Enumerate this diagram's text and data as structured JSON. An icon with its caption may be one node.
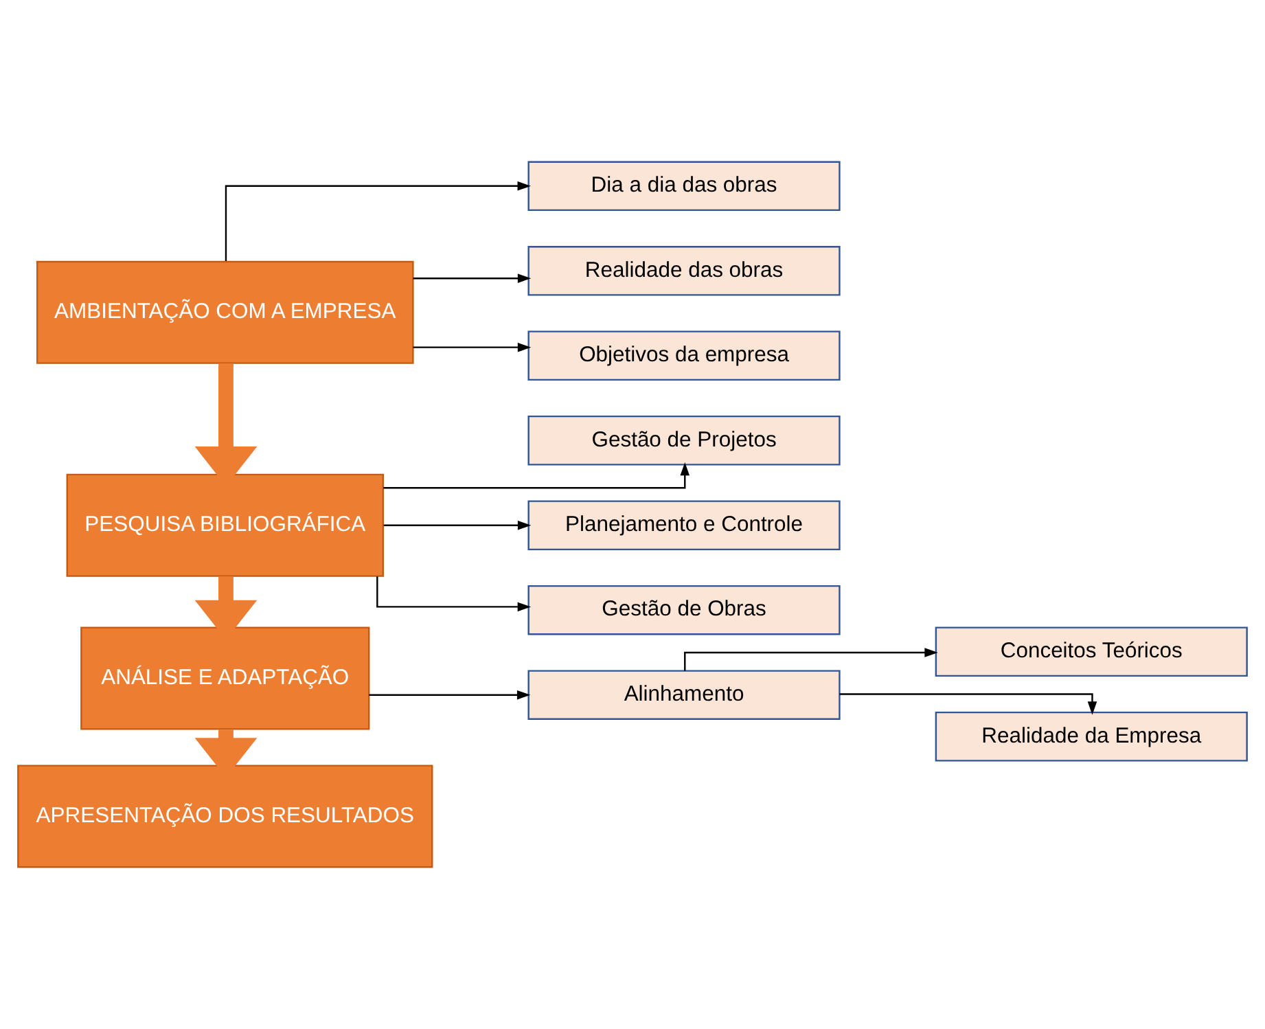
{
  "diagram": {
    "nodes": [
      {
        "text": [
          "AMBIENTAÇÃO COM A EMPRESA"
        ]
      },
      {
        "text": [
          "Dia a dia das obras"
        ]
      },
      {
        "text": [
          "Realidade das obras"
        ]
      },
      {
        "text": [
          "Objetivos da empresa"
        ]
      },
      {
        "text": [
          "PESQUISA BIBLIOGRÁFICA"
        ]
      },
      {
        "text": [
          "Gestão de Projetos"
        ]
      },
      {
        "text": [
          "Planejamento e Controle"
        ]
      },
      {
        "text": [
          "Gestão de Obras"
        ]
      },
      {
        "text": [
          "ANÁLISE E ADAPTAÇÃO"
        ]
      },
      {
        "text": [
          "Alinhamento"
        ]
      },
      {
        "text": [
          "Conceitos Teóricos"
        ]
      },
      {
        "text": [
          "Realidade da Empresa"
        ]
      },
      {
        "text": [
          "APRESENTAÇÃO DOS RESULTADOS"
        ]
      }
    ],
    "edges": [
      {
        "from": 0,
        "to": 1,
        "arrow": "to"
      },
      {
        "from": 0,
        "to": 2,
        "arrow": "to"
      },
      {
        "from": 0,
        "to": 3,
        "arrow": "to"
      },
      {
        "from": 0,
        "to": 4,
        "arrow": "to",
        "style": "thick",
        "color": "#ed7d31"
      },
      {
        "from": 4,
        "to": 5,
        "arrow": "to"
      },
      {
        "from": 4,
        "to": 6,
        "arrow": "to"
      },
      {
        "from": 4,
        "to": 7,
        "arrow": "to"
      },
      {
        "from": 4,
        "to": 8,
        "arrow": "to",
        "style": "thick",
        "color": "#ed7d31"
      },
      {
        "from": 8,
        "to": 9,
        "arrow": "to"
      },
      {
        "from": 9,
        "to": 10,
        "arrow": "to"
      },
      {
        "from": 9,
        "to": 11,
        "arrow": "to"
      },
      {
        "from": 8,
        "to": 12,
        "arrow": "to",
        "style": "thick",
        "color": "#ed7d31"
      }
    ]
  }
}
